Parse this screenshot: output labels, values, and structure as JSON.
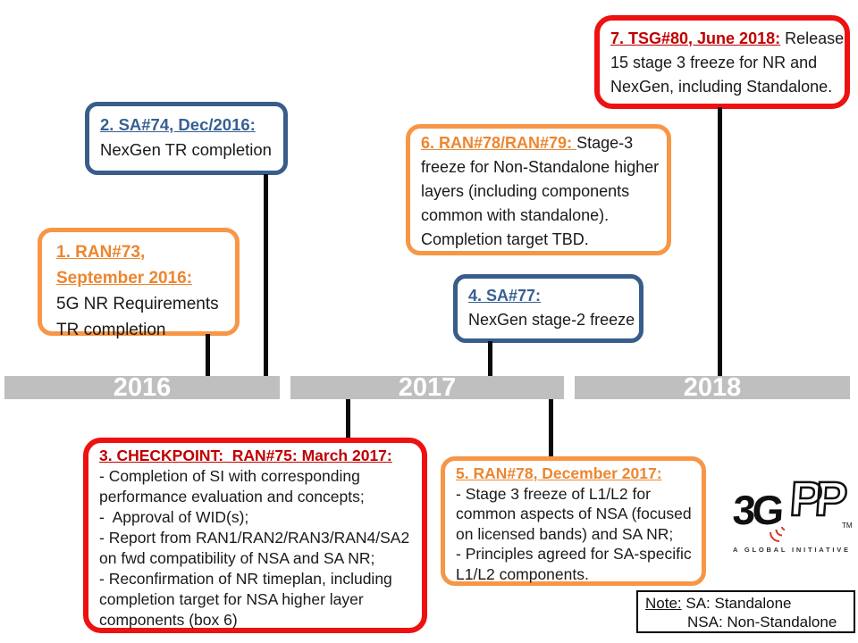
{
  "slide": {
    "timeline": {
      "bars": [
        {
          "year": "2016"
        },
        {
          "year": "2017"
        },
        {
          "year": "2018"
        }
      ]
    },
    "milestones": {
      "m1": {
        "title": "1. RAN#73,\nSeptember 2016:",
        "body": "5G NR Requirements\nTR completion"
      },
      "m2": {
        "title": "2. SA#74, Dec/2016:",
        "body": "NexGen TR completion"
      },
      "m3": {
        "title": "3. CHECKPOINT:  RAN#75: March 2017:",
        "body": "- Completion of SI with corresponding\nperformance evaluation and concepts;\n-  Approval of WID(s);\n- Report from RAN1/RAN2/RAN3/RAN4/SA2\non fwd compatibility of NSA and SA NR;\n- Reconfirmation of NR timeplan, including\ncompletion target for NSA higher layer\ncomponents (box 6)"
      },
      "m4": {
        "title": "4. SA#77:",
        "body": "NexGen stage-2 freeze"
      },
      "m5": {
        "title": "5. RAN#78, December 2017:",
        "body": "- Stage 3 freeze of L1/L2 for\ncommon aspects of NSA (focused\non licensed bands) and SA NR;\n- Principles agreed for SA-specific\nL1/L2 components."
      },
      "m6": {
        "title": "6. RAN#78/RAN#79: ",
        "body": "Stage-3\nfreeze for Non-Standalone higher\nlayers (including components\ncommon with standalone).\nCompletion target TBD."
      },
      "m7": {
        "title": "7. TSG#80, June 2018:",
        "body": " Release\n15 stage 3 freeze for NR and\nNexGen, including Standalone."
      }
    },
    "note": {
      "prefix": "Note:",
      "rest": " SA: Standalone",
      "line2": "NSA: Non-Standalone"
    },
    "logo": {
      "solid": "3G",
      "outline": "PP",
      "tm": "TM",
      "caption": "A GLOBAL INITIATIVE"
    },
    "colors": {
      "orange": "#F79646",
      "blue": "#385D8A",
      "red": "#EE1111",
      "red_dark": "#C00000",
      "bar_gray": "#BFBFBF"
    }
  }
}
